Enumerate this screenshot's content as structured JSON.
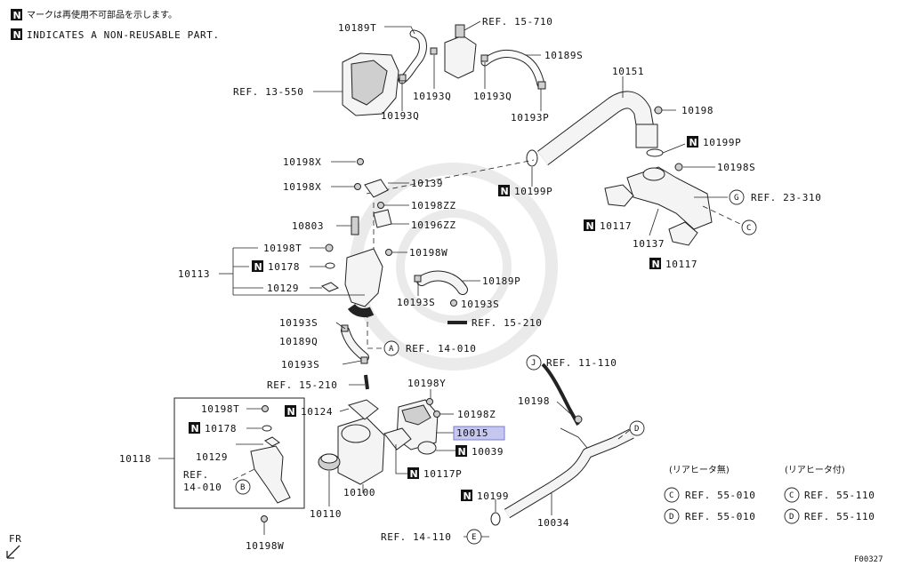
{
  "legend": {
    "badge": "N",
    "line_jp": "マークは再使用不可部品を示します。",
    "line_en": "INDICATES A NON-REUSABLE PART."
  },
  "labels": {
    "p10189T": "10189T",
    "ref15_710": "REF. 15-710",
    "p10189S": "10189S",
    "p10151": "10151",
    "ref13_550": "REF. 13-550",
    "p10193Q_a": "10193Q",
    "p10193Q_b": "10193Q",
    "p10193Q_c": "10193Q",
    "p10198_top": "10198",
    "p10193P": "10193P",
    "p10199P_a": "10199P",
    "p10199P_b": "10199P",
    "p10198S_r": "10198S",
    "ref23_310": "REF. 23-310",
    "p10198X_a": "10198X",
    "p10198X_b": "10198X",
    "p10139": "10139",
    "p10198ZZ": "10198ZZ",
    "p10196ZZ": "10196ZZ",
    "p10803": "10803",
    "p10117_a": "10117",
    "p10117_b": "10117",
    "p10137": "10137",
    "p10198T_a": "10198T",
    "p10198W_a": "10198W",
    "p10113": "10113",
    "p10178_a": "10178",
    "p10129_a": "10129",
    "p10189P": "10189P",
    "p10193S_a": "10193S",
    "p10193S_b": "10193S",
    "p10193S_c": "10193S",
    "p10193S_d": "10193S",
    "ref15_210_a": "REF. 15-210",
    "ref15_210_b": "REF. 15-210",
    "p10189Q": "10189Q",
    "ref14_010_a": "REF. 14-010",
    "ref11_110": "REF. 11-110",
    "p10198Y": "10198Y",
    "p10198_mid": "10198",
    "p10124": "10124",
    "p10198Z": "10198Z",
    "p10015": "10015",
    "p10039": "10039",
    "p10117P": "10117P",
    "p10198T_b": "10198T",
    "p10178_b": "10178",
    "p10129_b": "10129",
    "p10118": "10118",
    "ref14_010_b1": "REF.",
    "ref14_010_b2": "14-010",
    "p10100": "10100",
    "p10110": "10110",
    "p10198W_b": "10198W",
    "p10199": "10199",
    "p10034": "10034",
    "ref14_110": "REF. 14-110",
    "fr": "FR",
    "fig_code": "F00327"
  },
  "callouts": {
    "A": "A",
    "B": "B",
    "C1": "C",
    "D1": "D",
    "E": "E",
    "G": "G",
    "J": "J"
  },
  "reference_table": {
    "col1_header": "(リアヒータ無)",
    "col2_header": "(リアヒータ付)",
    "rows": [
      {
        "key": "C",
        "without": "REF. 55-010",
        "with": "REF. 55-110"
      },
      {
        "key": "D",
        "without": "REF. 55-010",
        "with": "REF. 55-110"
      }
    ]
  },
  "colors": {
    "highlight_fill": "#c5c7ee",
    "line": "#222222"
  }
}
